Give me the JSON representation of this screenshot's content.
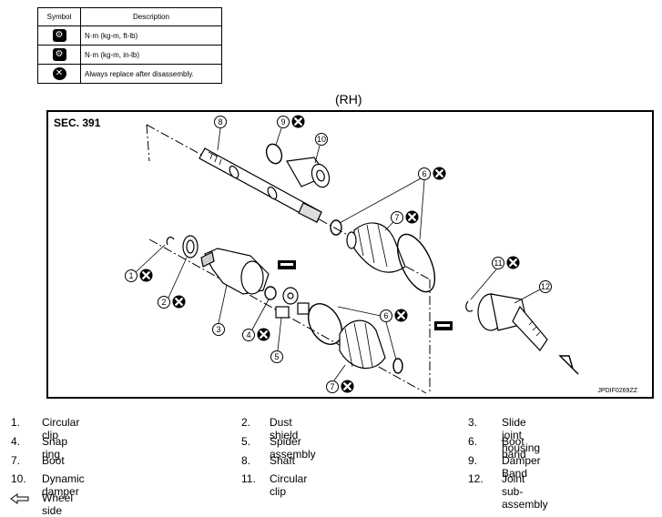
{
  "symbol_table": {
    "header_symbol": "Symbol",
    "header_description": "Description",
    "rows": [
      {
        "icon": "torque-wrench-icon",
        "description": "N·m (kg-m, ft-lb)"
      },
      {
        "icon": "torque-wrench-small-icon",
        "description": "N·m (kg-m, in-lb)"
      },
      {
        "icon": "replace-x-icon",
        "description": "Always replace after disassembly."
      }
    ]
  },
  "side_label": "(RH)",
  "diagram": {
    "section": "SEC. 391",
    "figure_code": "JPDIF0269ZZ",
    "callouts": [
      "1",
      "2",
      "3",
      "4",
      "5",
      "6",
      "6",
      "7",
      "7",
      "8",
      "9",
      "10",
      "11",
      "12"
    ]
  },
  "legend": [
    {
      "num": "1.",
      "text": "Circular clip"
    },
    {
      "num": "2.",
      "text": "Dust shield"
    },
    {
      "num": "3.",
      "text": "Slide joint housing"
    },
    {
      "num": "4.",
      "text": "Snap ring"
    },
    {
      "num": "5.",
      "text": "Spider assembly"
    },
    {
      "num": "6.",
      "text": "Boot band"
    },
    {
      "num": "7.",
      "text": "Boot"
    },
    {
      "num": "8.",
      "text": "Shaft"
    },
    {
      "num": "9.",
      "text": "Damper Band"
    },
    {
      "num": "10.",
      "text": "Dynamic damper"
    },
    {
      "num": "11.",
      "text": "Circular clip"
    },
    {
      "num": "12.",
      "text": "Joint sub-assembly"
    }
  ],
  "wheel_side": {
    "icon": "wheel-side-arrow-icon",
    "text": "Wheel side"
  }
}
